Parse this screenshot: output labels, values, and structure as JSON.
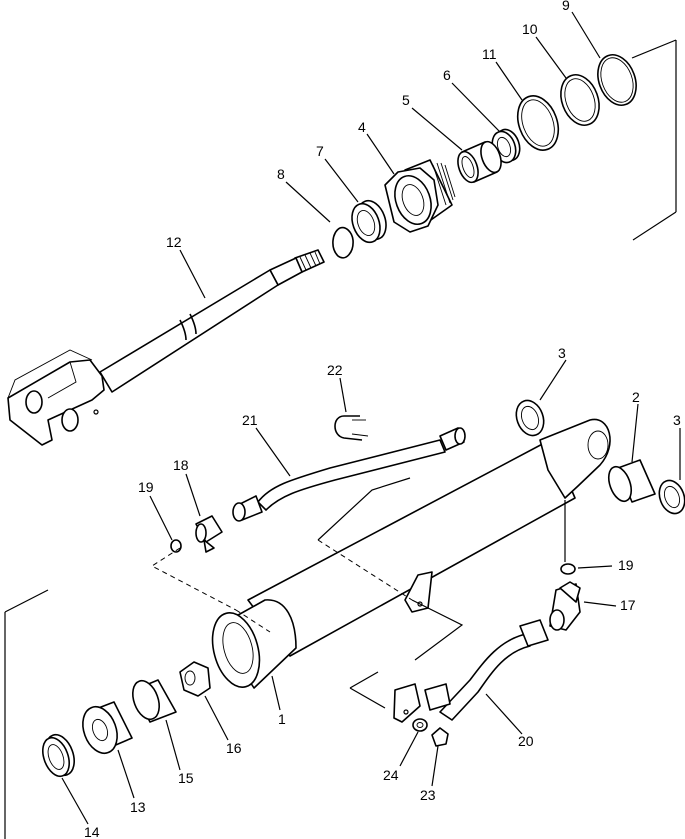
{
  "callouts": {
    "c1": "1",
    "c2": "2",
    "c3a": "3",
    "c3b": "3",
    "c4": "4",
    "c5": "5",
    "c6": "6",
    "c7": "7",
    "c8": "8",
    "c9": "9",
    "c10": "10",
    "c11": "11",
    "c12": "12",
    "c13": "13",
    "c14": "14",
    "c15": "15",
    "c16": "16",
    "c17": "17",
    "c18": "18",
    "c19a": "19",
    "c19b": "19",
    "c20": "20",
    "c21": "21",
    "c22": "22",
    "c23": "23",
    "c24": "24"
  }
}
